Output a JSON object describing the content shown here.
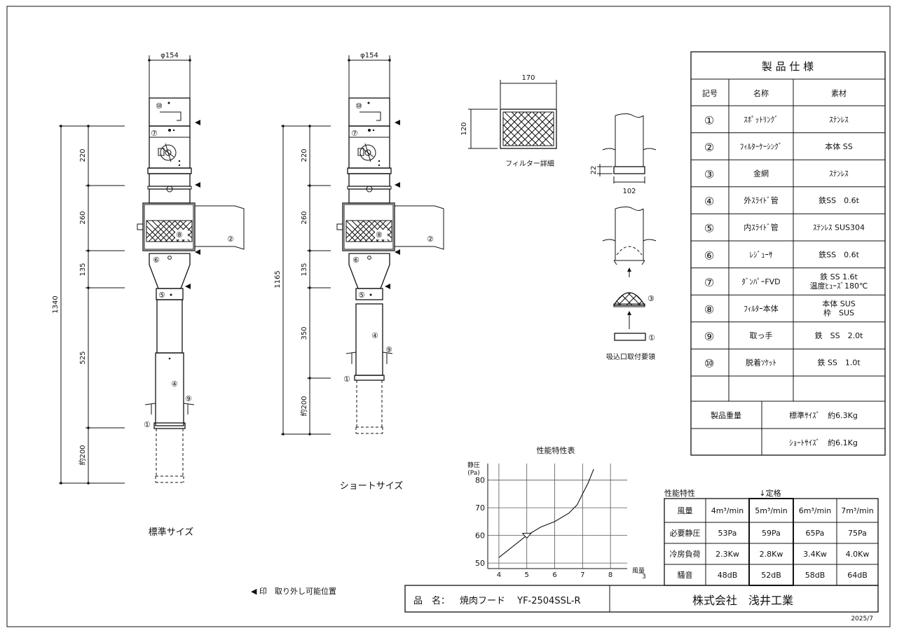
{
  "dims": {
    "phi_std": "φ154",
    "phi_short": "φ154",
    "std": [
      "220",
      "260",
      "135",
      "525",
      "約200"
    ],
    "std_total": "1340",
    "short": [
      "220",
      "260",
      "135",
      "350",
      "約200"
    ],
    "short_total": "1165",
    "filter_w": "170",
    "filter_h": "120",
    "intake_22": "22",
    "intake_102": "102"
  },
  "labels": {
    "standard": "標準サイズ",
    "short": "ショートサイズ",
    "filter_detail": "フィルター詳細",
    "intake": "吸込口取付要領",
    "removable": "◀ 印　取り外し可能位置"
  },
  "marks": {
    "m1": "①",
    "m2": "②",
    "m3": "③",
    "m4": "④",
    "m5": "⑤",
    "m6": "⑥",
    "m7": "⑦",
    "m8": "⑧",
    "m9": "⑨",
    "m10": "⑩"
  },
  "spec": {
    "title": "製 品 仕 様",
    "headers": [
      "記号",
      "名称",
      "素材"
    ],
    "rows": [
      {
        "sym": "①",
        "name": "ｽﾎﾟｯﾄﾘﾝｸﾞ",
        "mat": "ｽﾃﾝﾚｽ"
      },
      {
        "sym": "②",
        "name": "ﾌｨﾙﾀｰｹｰｼﾝｸﾞ",
        "mat": "本体 SS"
      },
      {
        "sym": "③",
        "name": "金網",
        "mat": "ｽﾃﾝﾚｽ"
      },
      {
        "sym": "④",
        "name": "外ｽﾗｲﾄﾞ管",
        "mat": "鉄SS　0.6t"
      },
      {
        "sym": "⑤",
        "name": "内ｽﾗｲﾄﾞ管",
        "mat": "ｽﾃﾝﾚｽ SUS304"
      },
      {
        "sym": "⑥",
        "name": "ﾚｼﾞｭｰｻ",
        "mat": "鉄SS　0.6t"
      },
      {
        "sym": "⑦",
        "name": "ﾀﾞﾝﾊﾟｰFVD",
        "mat": "鉄 SS 1.6t",
        "mat2": "温度ﾋｭｰｽﾞ180℃"
      },
      {
        "sym": "⑧",
        "name": "ﾌｨﾙﾀｰ本体",
        "mat": "本体 SUS",
        "mat2": "枠　SUS"
      },
      {
        "sym": "⑨",
        "name": "取っ手",
        "mat": "鉄　SS　2.0t"
      },
      {
        "sym": "⑩",
        "name": "脱着ｿｹｯﾄ",
        "mat": "鉄 SS　1.0t"
      }
    ],
    "weight_label": "製品重量",
    "weights": [
      "標準ｻｲｽﾞ　約6.3Kg",
      "ｼｮｰﾄｻｲｽﾞ　約6.1Kg"
    ]
  },
  "perf": {
    "title": "性能特性",
    "rated": "↓定格",
    "header": [
      "風量",
      "4m³/min",
      "5m³/min",
      "6m³/min",
      "7m³/min"
    ],
    "rows": [
      [
        "必要静圧",
        "53Pa",
        "59Pa",
        "65Pa",
        "75Pa"
      ],
      [
        "冷房負荷",
        "2.3Kw",
        "2.8Kw",
        "3.4Kw",
        "4.0Kw"
      ],
      [
        "騒音",
        "48dB",
        "52dB",
        "58dB",
        "64dB"
      ]
    ]
  },
  "chart_data": {
    "type": "line",
    "title": "性能特性表",
    "ylabel": "静圧",
    "yunit": "(Pa)",
    "xlabel": "風量",
    "xunit": "3",
    "xlim": [
      3.6,
      8.6
    ],
    "ylim": [
      48,
      86
    ],
    "xticks": [
      4,
      5,
      6,
      7,
      8
    ],
    "yticks": [
      50,
      60,
      70,
      80
    ],
    "grid": true,
    "series": [
      {
        "x": [
          4,
          4.5,
          5,
          5.5,
          6,
          6.5,
          6.8,
          7,
          7.2,
          7.4
        ],
        "y": [
          52,
          56,
          60,
          63,
          65,
          68,
          71,
          75,
          79,
          84
        ]
      }
    ],
    "marker": {
      "x": 5,
      "y": 60
    }
  },
  "footer": {
    "product_label": "品　名：",
    "product": "焼肉フード　 YF-2504SSL-R",
    "company": "株式会社　浅井工業",
    "date": "2025/7"
  }
}
